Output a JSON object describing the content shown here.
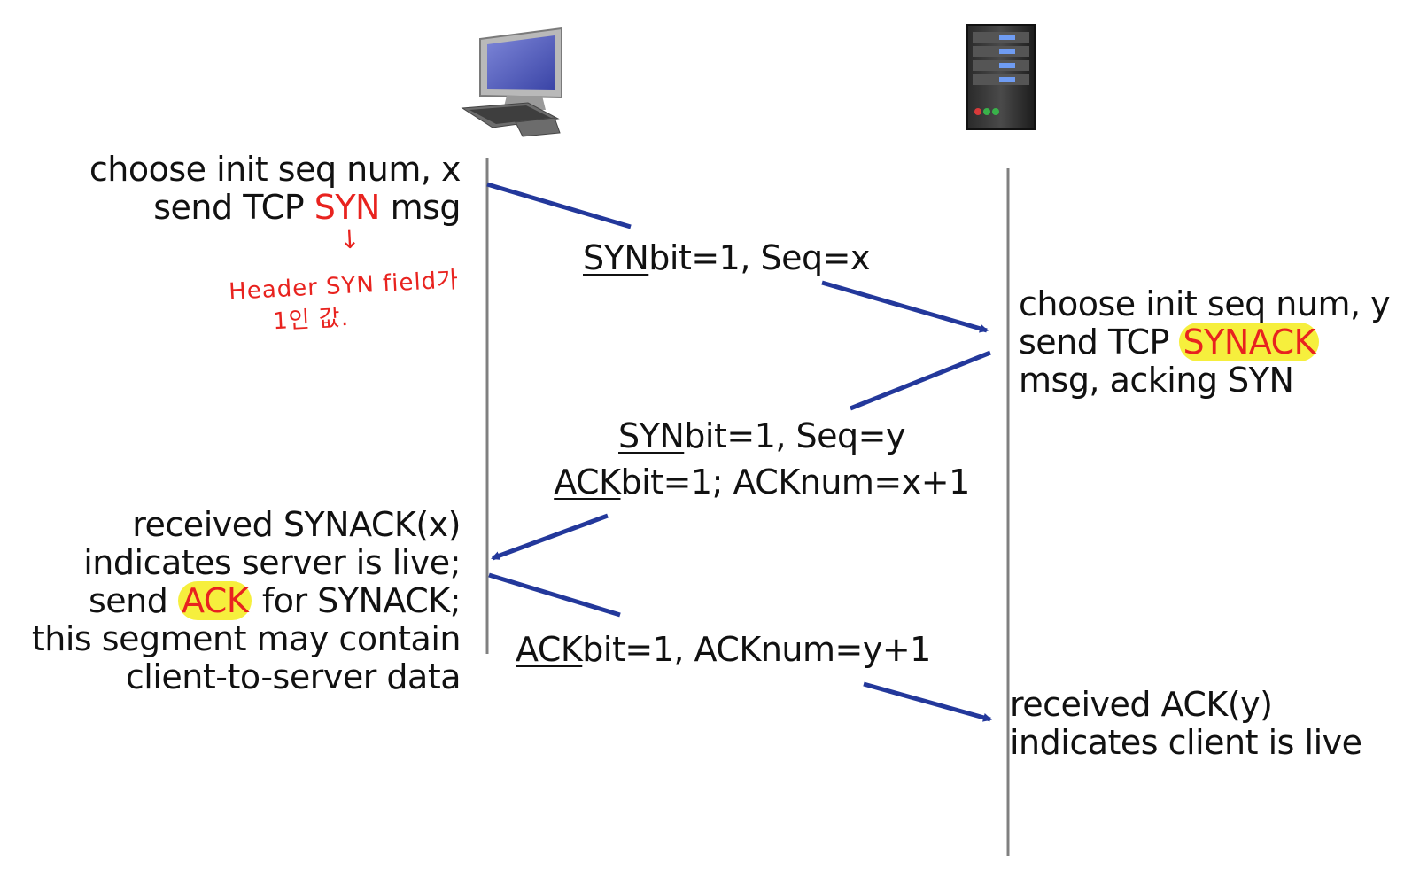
{
  "client": {
    "icon": "desktop-computer-icon",
    "step1": {
      "line1": "choose init seq num, x",
      "line2_pre": "send TCP ",
      "line2_red": "SYN",
      "line2_post": " msg"
    },
    "step3": {
      "line1": "received SYNACK(x)",
      "line2": "indicates server is live;",
      "line3_pre": "send ",
      "line3_red": "ACK",
      "line3_post": " for SYNACK;",
      "line4": "this segment may contain",
      "line5": "client-to-server data"
    }
  },
  "server": {
    "icon": "server-tower-icon",
    "step2": {
      "line1": "choose init seq num, y",
      "line2_pre": "send TCP ",
      "line2_red": "SYNACK",
      "line3": "msg, acking SYN"
    },
    "step4": {
      "line1": "received ACK(y)",
      "line2": "indicates client is live"
    }
  },
  "messages": {
    "syn": {
      "u": "SYN",
      "rest": "bit=1, Seq=x"
    },
    "synack": {
      "l1_u": "SYN",
      "l1_rest": "bit=1, Seq=y",
      "l2_u": "ACK",
      "l2_rest": "bit=1; ACKnum=x+1"
    },
    "ack": {
      "u": "ACK",
      "rest": "bit=1, ACKnum=y+1"
    }
  },
  "annotation": {
    "arrow": "↓",
    "line1": "Header  SYN field가",
    "line2": "1인 값."
  },
  "colors": {
    "arrow": "#23389b",
    "timeline": "#808080",
    "red": "#e8231f",
    "highlight": "#f6ef3d"
  }
}
